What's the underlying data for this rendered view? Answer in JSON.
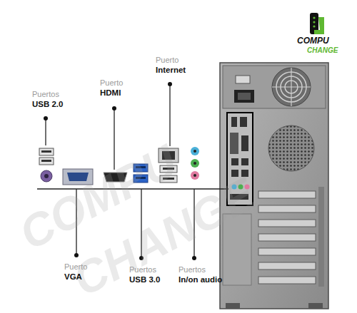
{
  "diagram": {
    "labels": [
      "Puertos",
      "USB 2.0",
      "Puerto",
      "HDMI",
      "Puerto",
      "Internet",
      "Puerto",
      "VGA",
      "Puertos",
      "USB 3.0",
      "Puertos",
      "In/on audio",
      "COMPU",
      "CHANGE",
      "COMPU",
      "CHANGE"
    ]
  }
}
